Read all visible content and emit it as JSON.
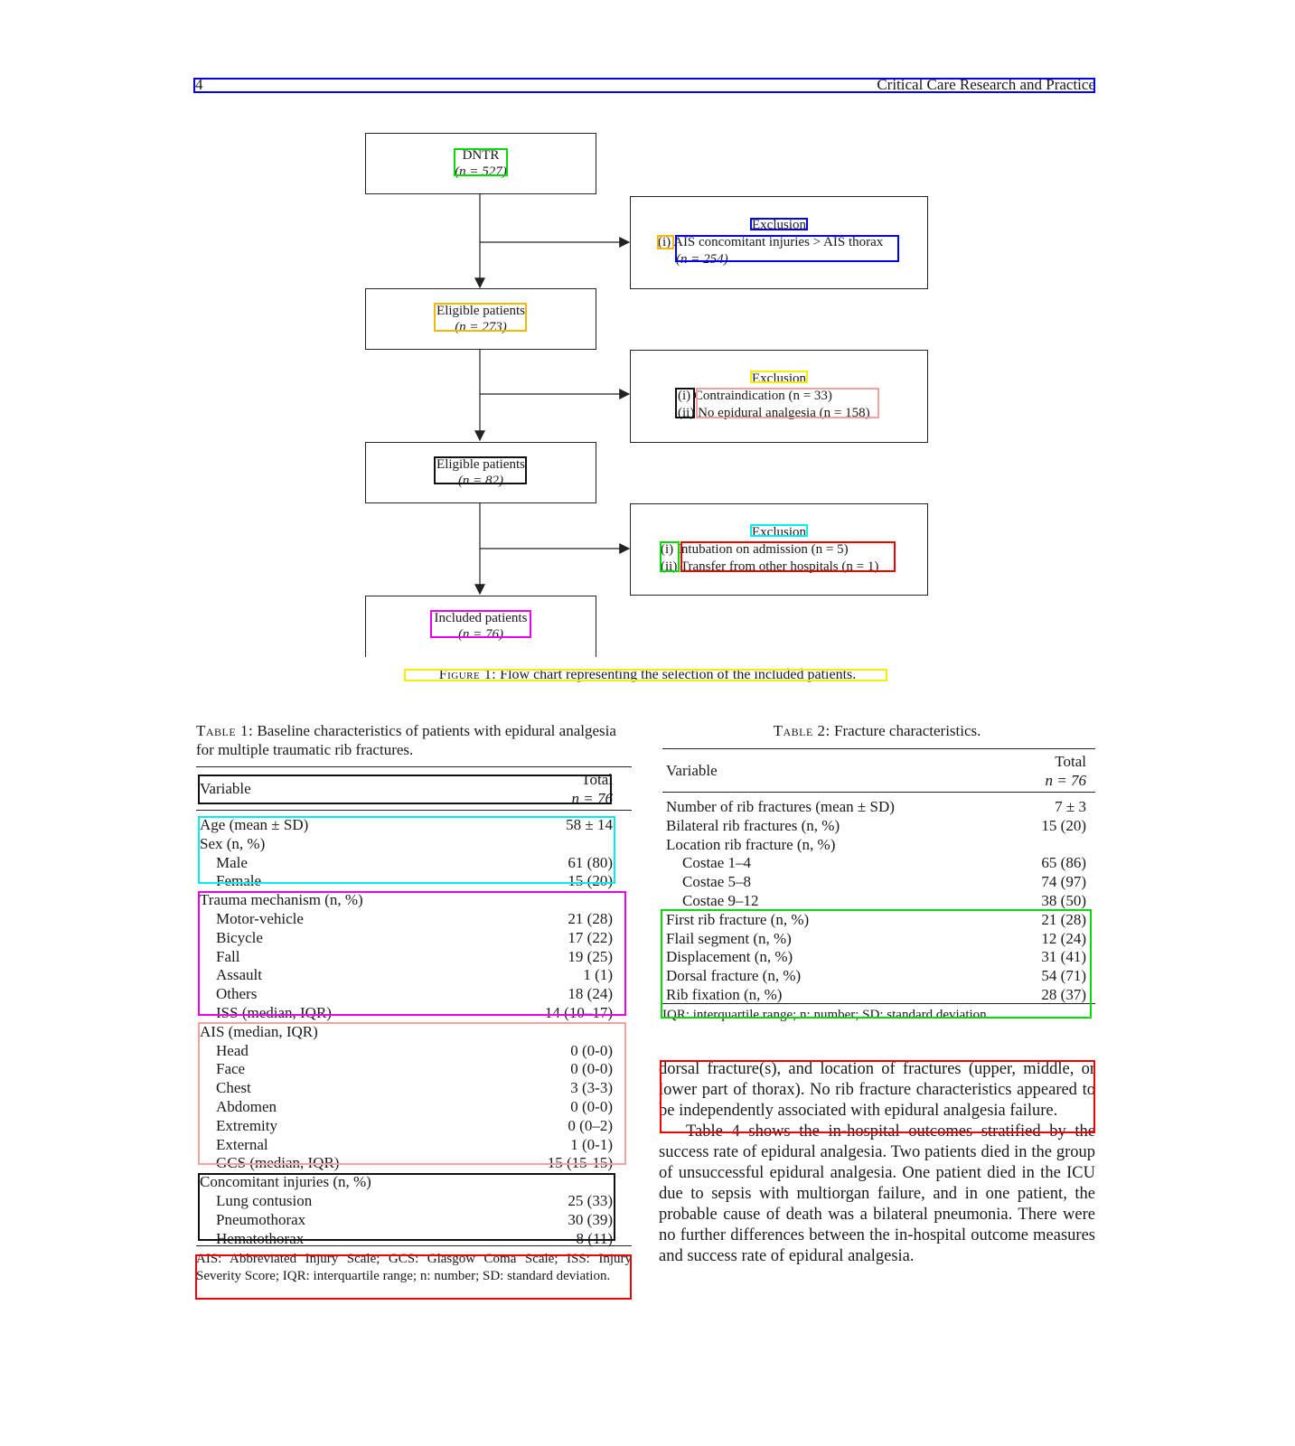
{
  "header": {
    "page_number": "4",
    "journal": "Critical Care Research and Practice"
  },
  "flowchart": {
    "boxes": [
      {
        "line1": "DNTR",
        "line2": "(n = 527)"
      },
      {
        "line1": "Eligible patients",
        "line2": "(n = 273)"
      },
      {
        "line1": "Eligible patients",
        "line2": "(n = 82)"
      },
      {
        "line1": "Included patients",
        "line2": "(n = 76)"
      }
    ],
    "exclusions": [
      {
        "title": "Exclusion",
        "items": [
          {
            "marker": "(i)",
            "text": "AIS concomitant injuries > AIS thorax",
            "count": "(n = 254)"
          }
        ]
      },
      {
        "title": "Exclusion",
        "items": [
          {
            "marker": "(i)",
            "text": "Contraindication (n = 33)"
          },
          {
            "marker": "(ii)",
            "text": "No epidural analgesia (n = 158)"
          }
        ]
      },
      {
        "title": "Exclusion",
        "items": [
          {
            "marker": "(i)",
            "text": "Intubation on admission (n = 5)"
          },
          {
            "marker": "(ii)",
            "text": "Transfer from other hospitals (n = 1)"
          }
        ]
      }
    ],
    "caption_label": "Figure 1:",
    "caption_text": "Flow chart representing the selection of the included patients."
  },
  "table1": {
    "caption_label": "Table 1:",
    "caption_text": "Baseline characteristics of patients with epidural analgesia for multiple traumatic rib fractures.",
    "col_variable": "Variable",
    "col_total": "Total",
    "col_n": "n = 76",
    "rows": [
      {
        "label": "Age (mean ± SD)",
        "value": "58 ± 14",
        "indent": false
      },
      {
        "label": "Sex (n, %)",
        "value": "",
        "indent": false
      },
      {
        "label": "Male",
        "value": "61 (80)",
        "indent": true
      },
      {
        "label": "Female",
        "value": "15 (20)",
        "indent": true
      },
      {
        "label": "Trauma mechanism (n, %)",
        "value": "",
        "indent": false
      },
      {
        "label": "Motor-vehicle",
        "value": "21 (28)",
        "indent": true
      },
      {
        "label": "Bicycle",
        "value": "17 (22)",
        "indent": true
      },
      {
        "label": "Fall",
        "value": "19 (25)",
        "indent": true
      },
      {
        "label": "Assault",
        "value": "1 (1)",
        "indent": true
      },
      {
        "label": "Others",
        "value": "18 (24)",
        "indent": true
      },
      {
        "label": "ISS (median, IQR)",
        "value": "14 (10–17)",
        "indent": true
      },
      {
        "label": "AIS (median, IQR)",
        "value": "",
        "indent": false
      },
      {
        "label": "Head",
        "value": "0 (0-0)",
        "indent": true
      },
      {
        "label": "Face",
        "value": "0 (0-0)",
        "indent": true
      },
      {
        "label": "Chest",
        "value": "3 (3-3)",
        "indent": true
      },
      {
        "label": "Abdomen",
        "value": "0 (0-0)",
        "indent": true
      },
      {
        "label": "Extremity",
        "value": "0 (0–2)",
        "indent": true
      },
      {
        "label": "External",
        "value": "1 (0-1)",
        "indent": true
      },
      {
        "label": "GCS (median, IQR)",
        "value": "15 (15-15)",
        "indent": true
      },
      {
        "label": "Concomitant injuries (n, %)",
        "value": "",
        "indent": false
      },
      {
        "label": "Lung contusion",
        "value": "25 (33)",
        "indent": true
      },
      {
        "label": "Pneumothorax",
        "value": "30 (39)",
        "indent": true
      },
      {
        "label": "Hematothorax",
        "value": "8 (11)",
        "indent": true
      }
    ],
    "footnote": "AIS: Abbreviated Injury Scale; GCS: Glasgow Coma Scale; ISS: Injury Severity Score; IQR: interquartile range; n: number; SD: standard deviation."
  },
  "table2": {
    "caption_label": "Table 2:",
    "caption_text": "Fracture characteristics.",
    "col_variable": "Variable",
    "col_total": "Total",
    "col_n": "n = 76",
    "rows": [
      {
        "label": "Number of rib fractures (mean ± SD)",
        "value": "7 ± 3",
        "indent": false
      },
      {
        "label": "Bilateral rib fractures (n, %)",
        "value": "15 (20)",
        "indent": false
      },
      {
        "label": "Location rib fracture (n, %)",
        "value": "",
        "indent": false
      },
      {
        "label": "Costae 1–4",
        "value": "65 (86)",
        "indent": true
      },
      {
        "label": "Costae 5–8",
        "value": "74 (97)",
        "indent": true
      },
      {
        "label": "Costae 9–12",
        "value": "38 (50)",
        "indent": true
      },
      {
        "label": "First rib fracture (n, %)",
        "value": "21 (28)",
        "indent": false
      },
      {
        "label": "Flail segment (n, %)",
        "value": "12 (24)",
        "indent": false
      },
      {
        "label": "Displacement (n, %)",
        "value": "31 (41)",
        "indent": false
      },
      {
        "label": "Dorsal fracture (n, %)",
        "value": "54 (71)",
        "indent": false
      },
      {
        "label": "Rib fixation (n, %)",
        "value": "28 (37)",
        "indent": false
      }
    ],
    "footnote": "IQR: interquartile range; n: number; SD: standard deviation."
  },
  "body": {
    "para1": "dorsal fracture(s), and location of fractures (upper, middle, or lower part of thorax). No rib fracture characteristics appeared to be independently associated with epidural analgesia failure.",
    "para2": "Table 4 shows the in-hospital outcomes stratified by the success rate of epidural analgesia. Two patients died in the group of unsuccessful epidural analgesia. One patient died in the ICU due to sepsis with multiorgan failure, and in one patient, the probable cause of death was a bilateral pneumonia. There were no further differences between the in-hospital outcome measures and success rate of epidural analgesia."
  },
  "annotation_colors": {
    "blue": "#0000ee",
    "green": "#00dd00",
    "yellow": "#f5ee00",
    "orange": "#f5b800",
    "black": "#111111",
    "pink": "#f4a0a0",
    "cyan": "#00eeee",
    "red": "#ee0000",
    "magenta": "#ee00ee"
  }
}
